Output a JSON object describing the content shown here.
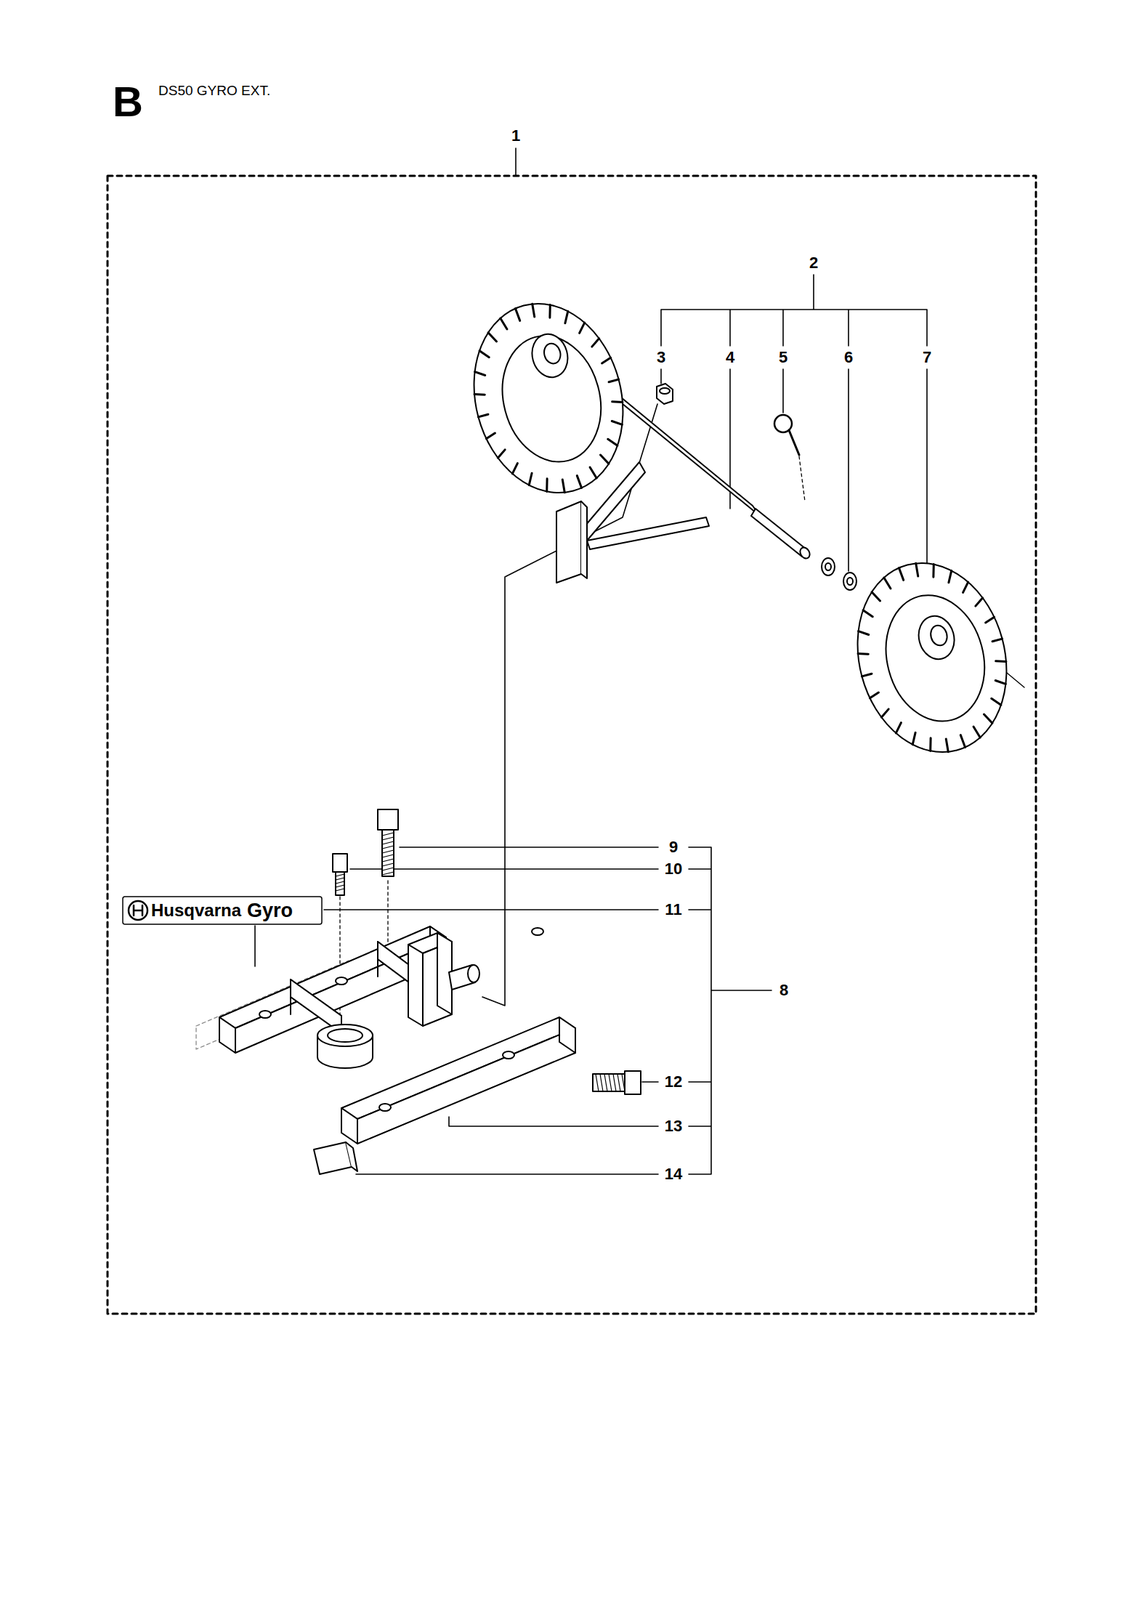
{
  "diagram": {
    "title": "DS50 GYRO EXT.",
    "labels": [
      "B",
      "1",
      "2",
      "3",
      "4",
      "5",
      "6",
      "7",
      "9",
      "10",
      "Husqvarna",
      "Gyro",
      "11",
      "8",
      "12",
      "13",
      "14"
    ]
  }
}
